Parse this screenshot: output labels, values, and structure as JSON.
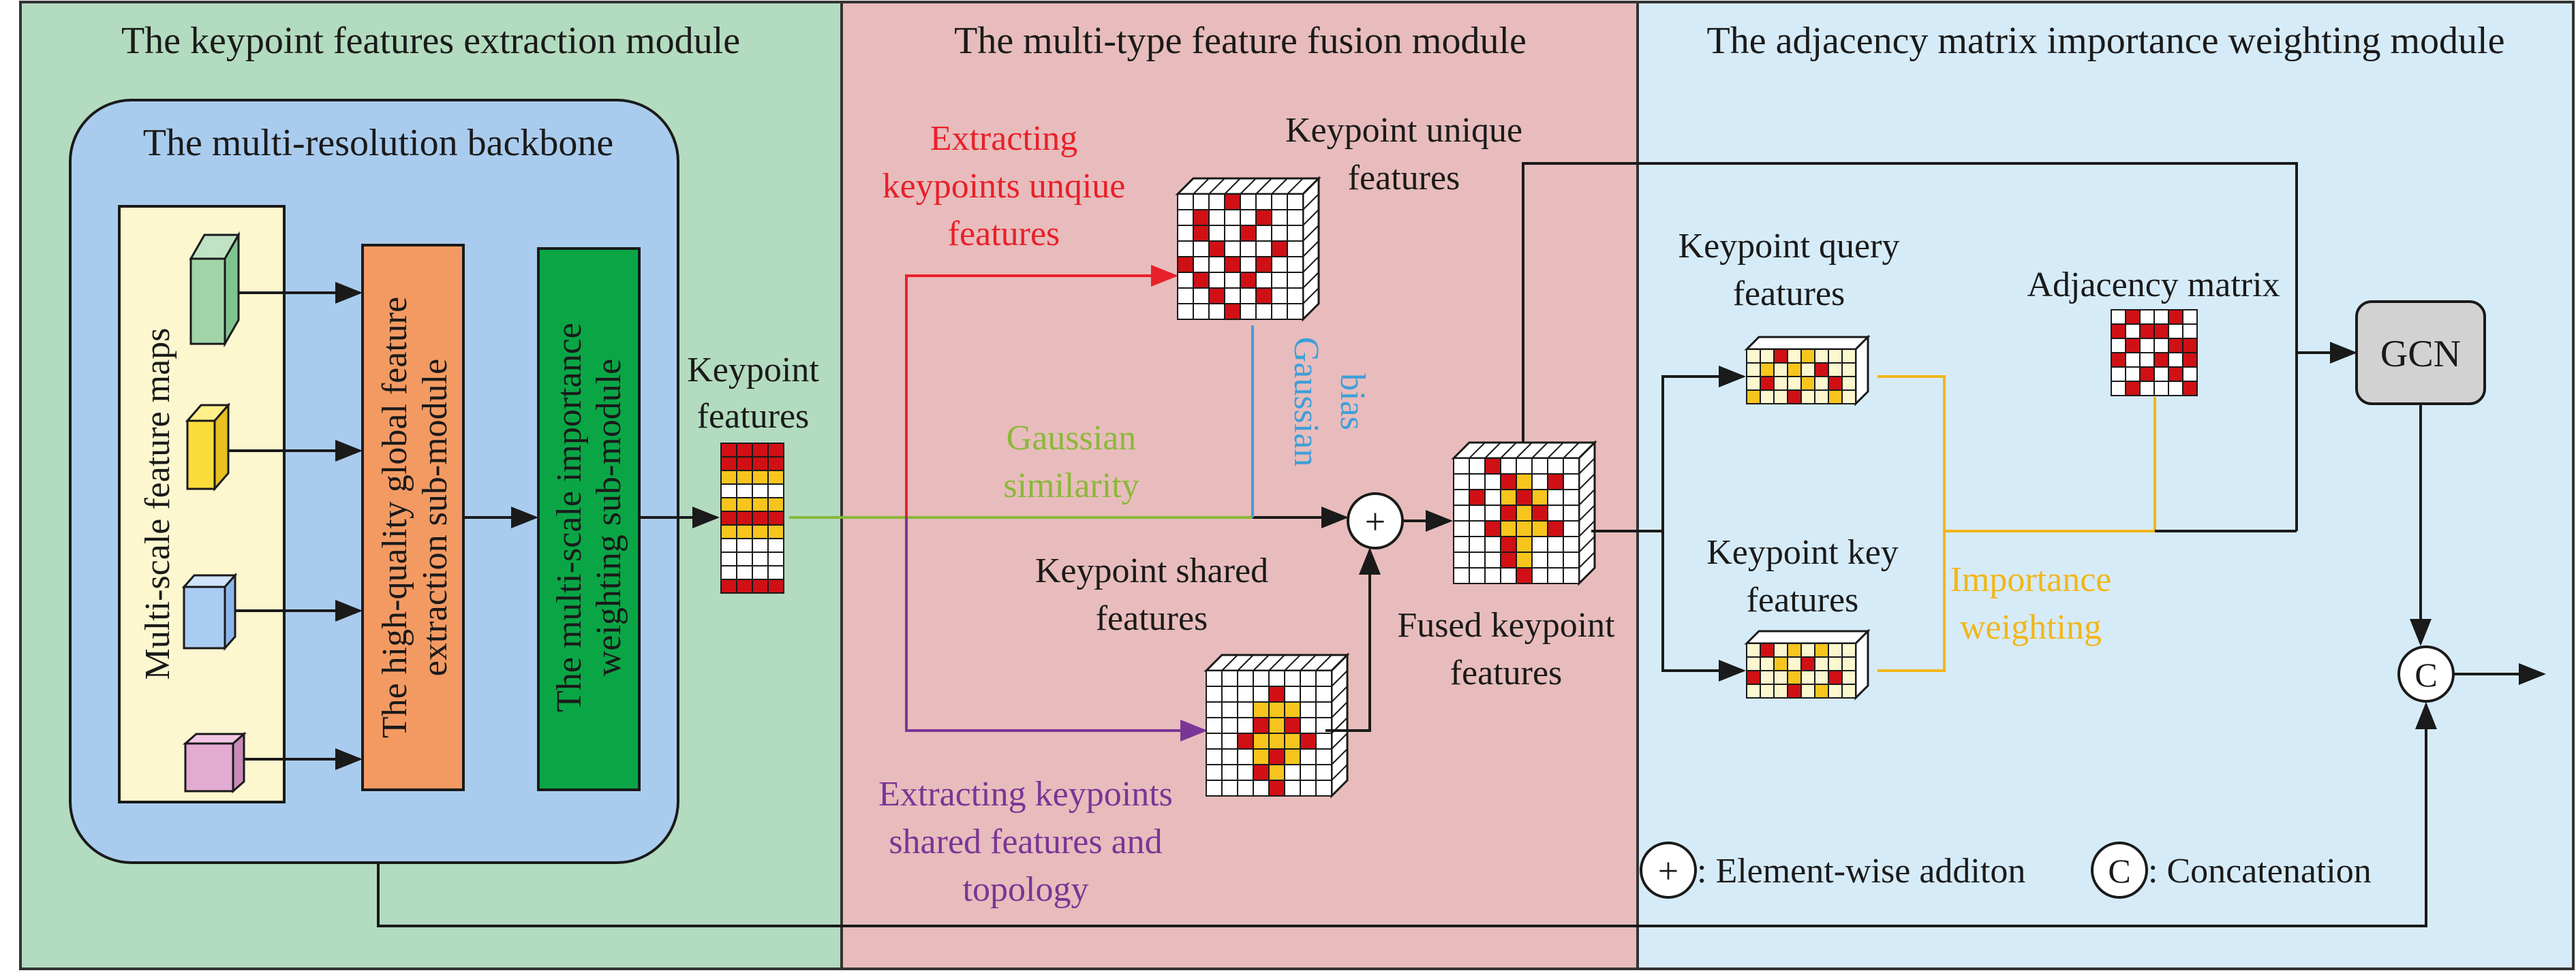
{
  "modules": {
    "extraction": {
      "title": "The keypoint features extraction module"
    },
    "fusion": {
      "title": "The multi-type feature fusion module"
    },
    "weighting": {
      "title": "The adjacency matrix importance weighting module"
    }
  },
  "backbone": {
    "title": "The multi-resolution backbone",
    "maps_label": "Multi-scale feature maps",
    "global_submodule": [
      "The high-quality global feature",
      "extraction sub-module"
    ],
    "importance_submodule": [
      "The multi-scale importance",
      "weighting sub-module"
    ]
  },
  "keypoint_features": [
    "Keypoint",
    "features"
  ],
  "fusion": {
    "unique_branch": [
      "Extracting",
      "keypoints unqiue",
      "features"
    ],
    "unique_features": [
      "Keypoint unique",
      "features"
    ],
    "gaussian_bias": [
      "Gaussian",
      "bias"
    ],
    "gaussian_similarity": [
      "Gaussian",
      "similarity"
    ],
    "shared_features": [
      "Keypoint shared",
      "features"
    ],
    "shared_branch": [
      "Extracting keypoints",
      "shared features and",
      "topology"
    ],
    "fused_features": [
      "Fused keypoint",
      "features"
    ],
    "plus_symbol": "+"
  },
  "weighting": {
    "query_features": [
      "Keypoint query",
      "features"
    ],
    "key_features": [
      "Keypoint key",
      "features"
    ],
    "adjacency_matrix": "Adjacency matrix",
    "importance_weighting": [
      "Importance",
      "weighting"
    ],
    "gcn": "GCN",
    "concat_symbol": "C"
  },
  "legend": {
    "addition": ": Element-wise additon",
    "concatenation": ": Concatenation"
  },
  "colors": {
    "green_panel": "#b3dbbf",
    "pink_panel": "#e8bcbc",
    "blue_panel": "#d6ebf8",
    "backbone_panel": "#a9ccee",
    "maps_panel": "#fcf7cf",
    "orange_block": "#f39a62",
    "green_block": "#0aa646",
    "red_text": "#e8202a",
    "blue_text": "#3d9fd8",
    "olive_text": "#8ab83a",
    "purple_text": "#7a3596",
    "yellow_text": "#f2b619",
    "red_cell": "#d01015",
    "yellow_cell": "#f7c51e"
  }
}
